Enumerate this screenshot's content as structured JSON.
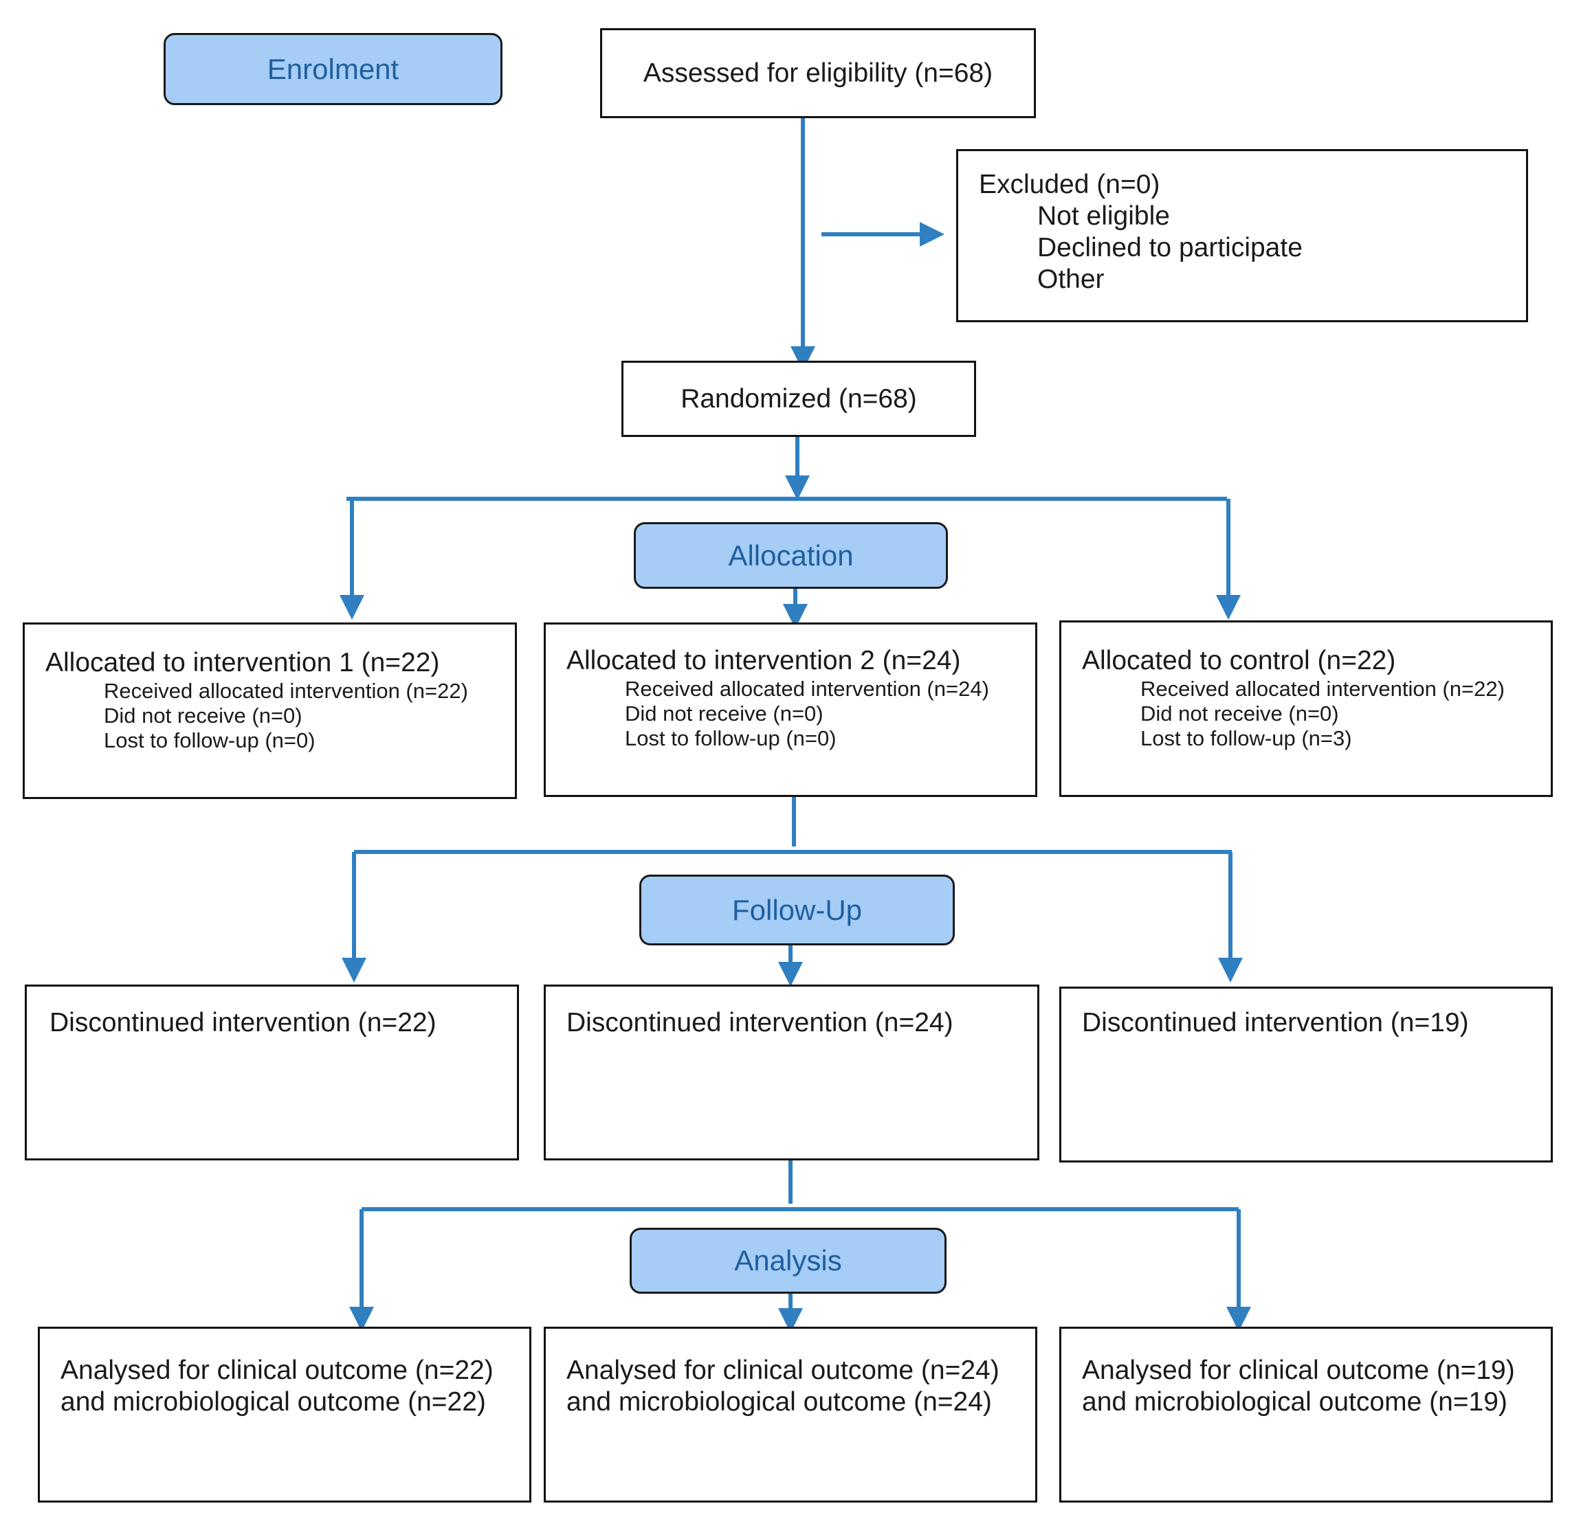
{
  "colors": {
    "arrow": "#2f7fc1",
    "phase_fill": "#a6cdf6",
    "phase_text": "#1f5f9f"
  },
  "phases": {
    "enrolment": "Enrolment",
    "allocation": "Allocation",
    "follow_up": "Follow-Up",
    "analysis": "Analysis"
  },
  "assessed": "Assessed for eligibility (n=68)",
  "excluded": {
    "title": "Excluded (n=0)",
    "items": [
      "Not eligible",
      "Declined to participate",
      "Other"
    ]
  },
  "randomized": "Randomized (n=68)",
  "allocation_boxes": [
    {
      "title": "Allocated to intervention 1 (n=22)",
      "lines": [
        "Received allocated intervention (n=22)",
        "Did not receive (n=0)",
        "Lost to follow-up (n=0)"
      ]
    },
    {
      "title": "Allocated to intervention 2 (n=24)",
      "lines": [
        "Received allocated intervention (n=24)",
        "Did not receive (n=0)",
        "Lost to follow-up (n=0)"
      ]
    },
    {
      "title": "Allocated to control (n=22)",
      "lines": [
        "Received allocated intervention (n=22)",
        "Did not receive (n=0)",
        "Lost to follow-up (n=3)"
      ]
    }
  ],
  "followup_boxes": [
    "Discontinued intervention (n=22)",
    "Discontinued intervention (n=24)",
    "Discontinued intervention (n=19)"
  ],
  "analysis_boxes": [
    {
      "line1": "Analysed for clinical outcome (n=22)",
      "line2": "and microbiological outcome (n=22)"
    },
    {
      "line1": "Analysed for clinical outcome (n=24)",
      "line2": "and microbiological outcome (n=24)"
    },
    {
      "line1": "Analysed for clinical outcome (n=19)",
      "line2": "and microbiological outcome (n=19)"
    }
  ]
}
